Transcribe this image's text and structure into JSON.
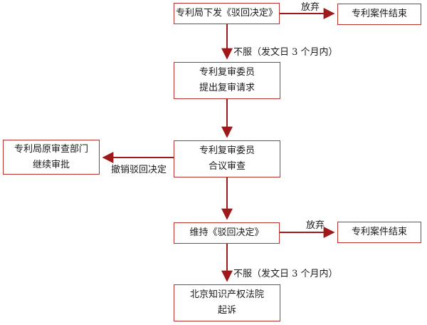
{
  "colors": {
    "line": "#b8322e",
    "arrow": "#9e1a1a",
    "text": "#1a1a1a"
  },
  "nodes": {
    "reject_decision": {
      "lines": [
        "专利局下发《驳回决定》"
      ]
    },
    "case_closed_top": {
      "lines": [
        "专利案件结束"
      ]
    },
    "reexam_request": {
      "lines": [
        "专利复审委员",
        "提出复审请求"
      ]
    },
    "collegial_review": {
      "lines": [
        "专利复审委员",
        "合议审查"
      ]
    },
    "continue_exam": {
      "lines": [
        "专利局原审查部门",
        "继续审批"
      ]
    },
    "uphold_reject": {
      "lines": [
        "维持《驳回决定》"
      ]
    },
    "case_closed_bottom": {
      "lines": [
        "专利案件结束"
      ]
    },
    "beijing_court": {
      "lines": [
        "北京知识产权法院",
        "起诉"
      ]
    }
  },
  "edge_labels": {
    "give_up_top": "放弃",
    "disagree_top": "不服（发文日 3 个月内）",
    "revoke_reject": "撤销驳回决定",
    "give_up_bottom": "放弃",
    "disagree_bottom": "不服（发文日 3 个月内）"
  }
}
